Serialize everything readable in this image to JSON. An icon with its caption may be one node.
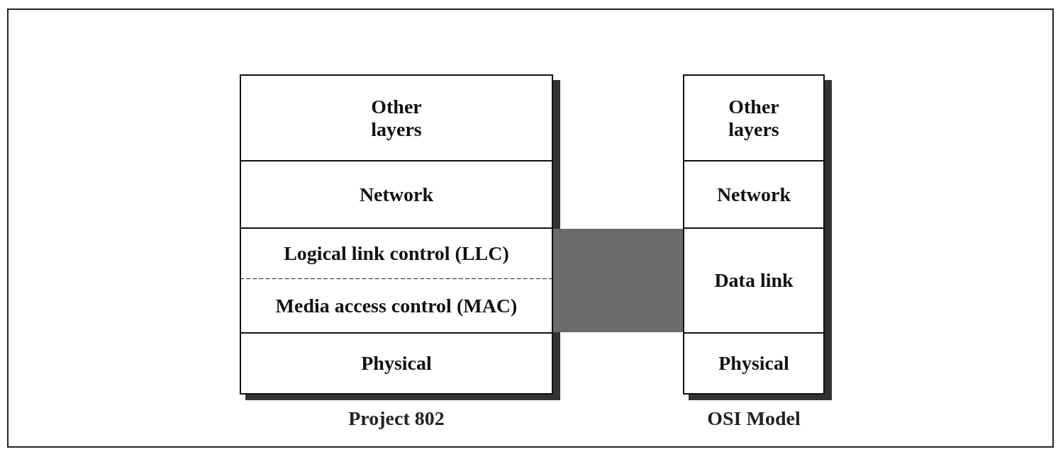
{
  "diagram": {
    "nodes": [
      {
        "text": [
          "Other layers"
        ]
      },
      {
        "text": [
          "Network"
        ]
      },
      {
        "text": [
          "Logical link control (LLC)"
        ]
      },
      {
        "text": [
          "Media access control (MAC)"
        ]
      },
      {
        "text": [
          "Physical"
        ]
      },
      {
        "text": [
          "Other layers"
        ]
      },
      {
        "text": [
          "Network"
        ]
      },
      {
        "text": [
          "Data link"
        ]
      },
      {
        "text": [
          "Physical"
        ]
      },
      {
        "text": [],
        "shape": "bar"
      }
    ],
    "edges": [],
    "labels": [
      "Project 802",
      "OSI Model"
    ]
  }
}
